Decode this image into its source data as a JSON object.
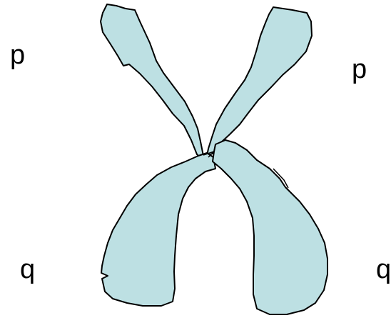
{
  "labels": {
    "p_left": "p",
    "p_right": "p",
    "q_left": "q",
    "q_right": "q"
  },
  "colors": {
    "chromosome_fill": "#bde0e3",
    "chromosome_outline": "#000000",
    "background": "#ffffff"
  }
}
